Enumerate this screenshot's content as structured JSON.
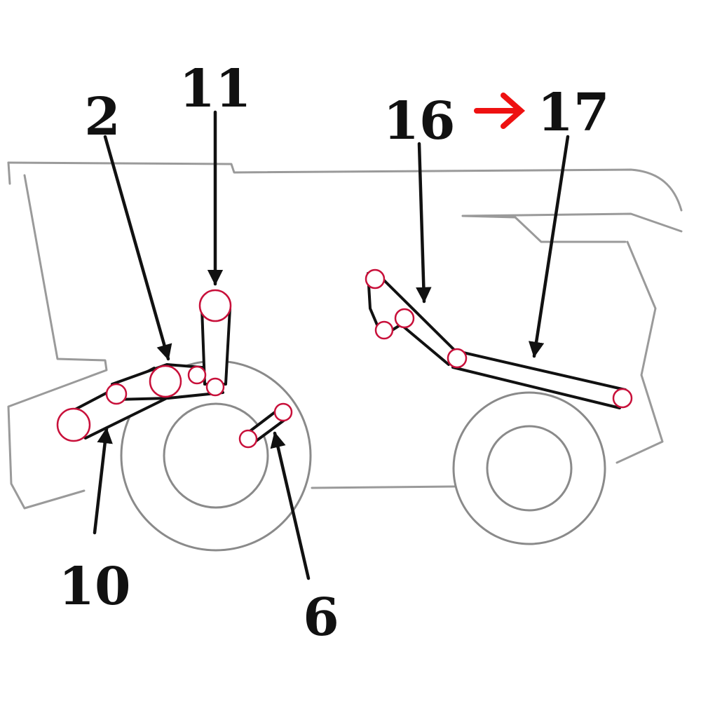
{
  "callouts": {
    "c2": "2",
    "c11": "11",
    "c16": "16",
    "c17": "17",
    "c10": "10",
    "c6": "6"
  },
  "colors": {
    "outline": "#9a9a9a",
    "belt": "#111111",
    "pulley": "#c8103a",
    "highlight_arrow": "#ee1111"
  },
  "icons": {
    "highlight_arrow": "right-arrow-icon"
  }
}
